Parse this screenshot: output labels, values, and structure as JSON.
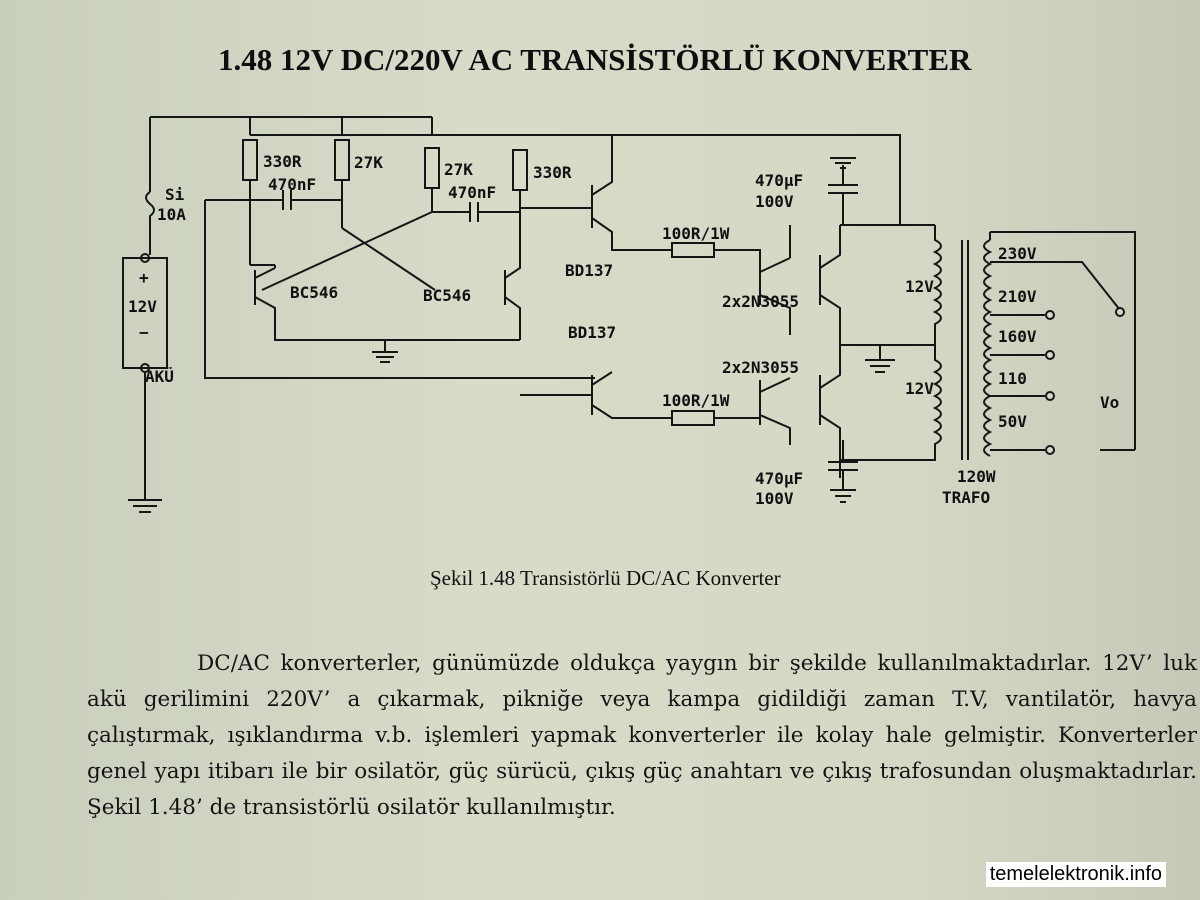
{
  "title": "1.48  12V DC/220V AC TRANSİSTÖRLÜ KONVERTER",
  "schematic": {
    "r1": "330R",
    "c1": "470nF",
    "r2": "27K",
    "r3": "27K",
    "c2": "470nF",
    "r4": "330R",
    "fuse_ref": "Si",
    "fuse_val": "10A",
    "battery_plus": "+",
    "battery_volt": "12V",
    "battery_minus": "−",
    "battery_label": "AKÜ",
    "q1": "BC546",
    "q2": "BC546",
    "q3": "BD137",
    "q4": "BD137",
    "r5": "100R/1W",
    "r6": "100R/1W",
    "q5": "2x2N3055",
    "q6": "2x2N3055",
    "c3_val": "470µF",
    "c3_volt": "100V",
    "c4_val": "470µF",
    "c4_volt": "100V",
    "primary_top": "12V",
    "primary_bottom": "12V",
    "taps": [
      "230V",
      "210V",
      "160V",
      "110",
      "50V"
    ],
    "output": "Vo",
    "trafo_power": "120W",
    "trafo_label": "TRAFO"
  },
  "caption": "Şekil 1.48 Transistörlü DC/AC Konverter",
  "paragraph": "DC/AC konverterler, günümüzde oldukça yaygın bir şekilde kullanılmaktadırlar. 12V’ luk akü gerilimini 220V’ a çıkarmak, pikniğe veya kampa gidildiği zaman T.V, vantilatör, havya çalıştırmak, ışıklandırma v.b. işlemleri yapmak konverterler ile kolay hale gelmiştir. Konverterler genel yapı itibarı ile bir osilatör, güç sürücü, çıkış güç anahtarı ve çıkış trafosundan oluşmaktadırlar. Şekil 1.48’ de transistörlü osilatör kullanılmıştır.",
  "watermark": "temelelektronik.info"
}
